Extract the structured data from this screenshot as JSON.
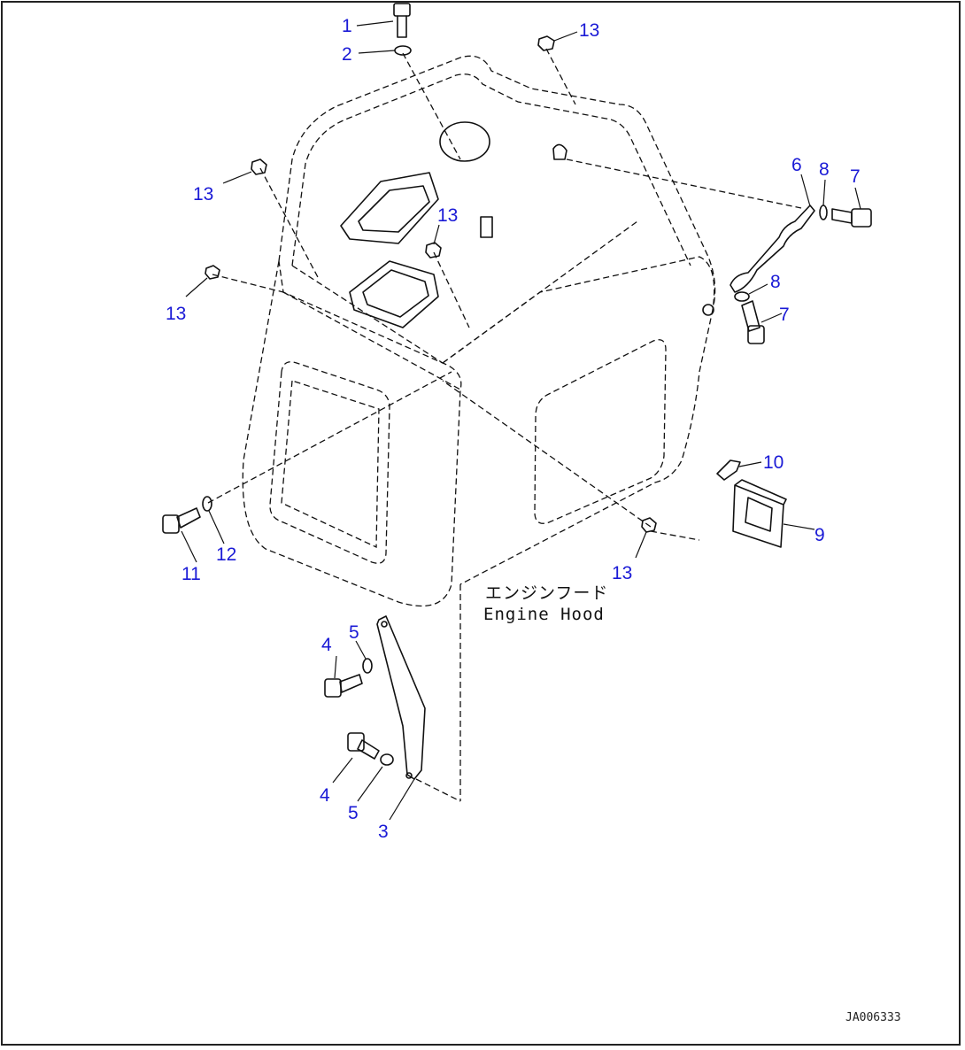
{
  "diagram": {
    "caption_jp": "エンジンフード",
    "caption_en": "Engine Hood",
    "figure_code": "JA006333",
    "callouts": [
      {
        "id": "c1",
        "label": "1"
      },
      {
        "id": "c2",
        "label": "2"
      },
      {
        "id": "c3",
        "label": "3"
      },
      {
        "id": "c4a",
        "label": "4"
      },
      {
        "id": "c4b",
        "label": "4"
      },
      {
        "id": "c5a",
        "label": "5"
      },
      {
        "id": "c5b",
        "label": "5"
      },
      {
        "id": "c6",
        "label": "6"
      },
      {
        "id": "c7a",
        "label": "7"
      },
      {
        "id": "c7b",
        "label": "7"
      },
      {
        "id": "c8a",
        "label": "8"
      },
      {
        "id": "c8b",
        "label": "8"
      },
      {
        "id": "c9",
        "label": "9"
      },
      {
        "id": "c10",
        "label": "10"
      },
      {
        "id": "c11",
        "label": "11"
      },
      {
        "id": "c12",
        "label": "12"
      },
      {
        "id": "c13a",
        "label": "13"
      },
      {
        "id": "c13b",
        "label": "13"
      },
      {
        "id": "c13c",
        "label": "13"
      },
      {
        "id": "c13d",
        "label": "13"
      },
      {
        "id": "c13e",
        "label": "13"
      }
    ]
  }
}
